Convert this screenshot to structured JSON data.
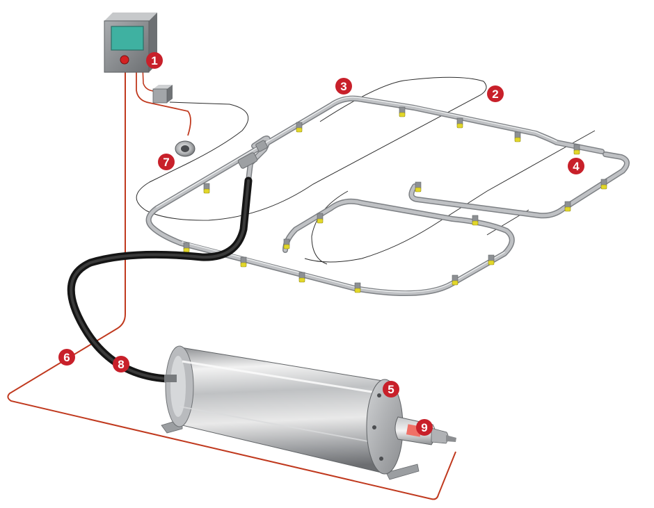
{
  "colors": {
    "marker": "#c8202a",
    "pipe": "#a7aaad",
    "pipe_edge": "#7d8084",
    "hose": "#222222",
    "wire": "#c0391e",
    "cable": "#2a2a2a",
    "nozzle": "#e2d72a",
    "cylinder_light": "#e6e6e6",
    "cylinder_dark": "#7e8082",
    "panel_screen": "#3fb1a1",
    "cap_tip": "#f07066"
  },
  "icons": {
    "control-panel": "control-panel-icon",
    "detector": "detector-icon",
    "junction-box": "junction-box-icon",
    "cylinder": "cylinder-icon",
    "actuator": "actuator-icon"
  },
  "markers": [
    {
      "id": "1",
      "label": "1"
    },
    {
      "id": "2",
      "label": "2"
    },
    {
      "id": "3",
      "label": "3"
    },
    {
      "id": "4",
      "label": "4"
    },
    {
      "id": "5",
      "label": "5"
    },
    {
      "id": "6",
      "label": "6"
    },
    {
      "id": "7",
      "label": "7"
    },
    {
      "id": "8",
      "label": "8"
    },
    {
      "id": "9",
      "label": "9"
    }
  ]
}
